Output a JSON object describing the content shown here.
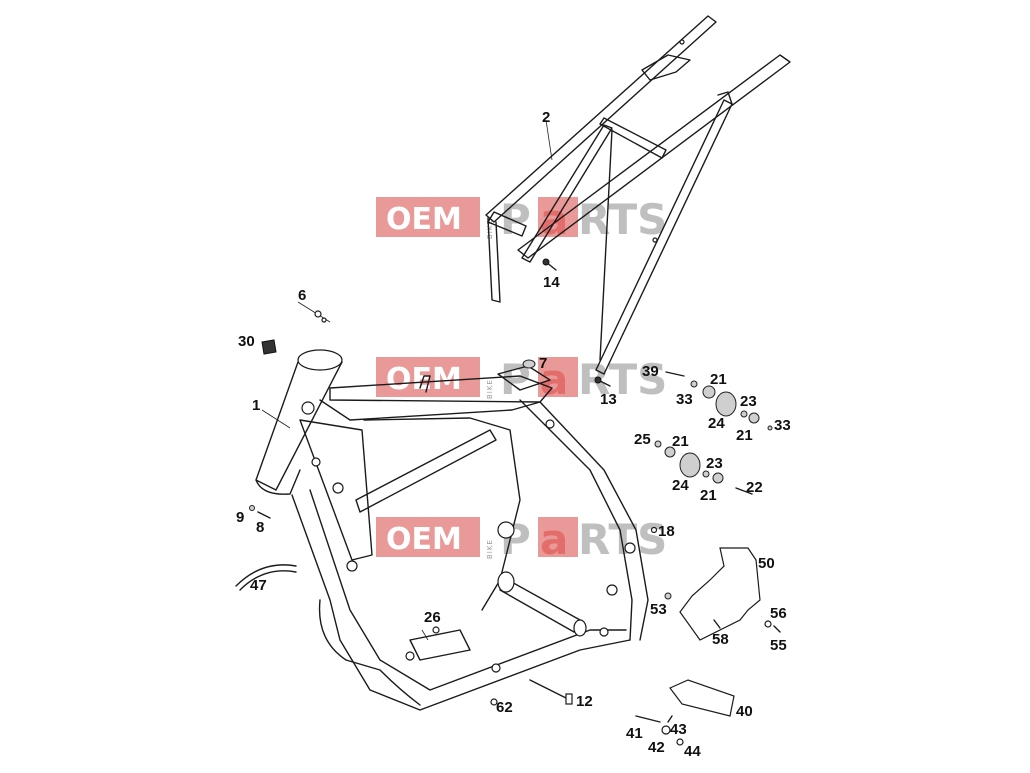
{
  "watermark": {
    "oem": "OEM",
    "bike": "BIKE",
    "parts_pre": "P",
    "parts_a": "a",
    "parts_post": "RTS"
  },
  "callouts": {
    "c1": "1",
    "c2": "2",
    "c6": "6",
    "c7": "7",
    "c8": "8",
    "c9": "9",
    "c12": "12",
    "c13": "13",
    "c14": "14",
    "c18": "18",
    "c21a": "21",
    "c21b": "21",
    "c21c": "21",
    "c21d": "21",
    "c22": "22",
    "c23a": "23",
    "c23b": "23",
    "c24a": "24",
    "c24b": "24",
    "c25": "25",
    "c26": "26",
    "c30": "30",
    "c33a": "33",
    "c33b": "33",
    "c39": "39",
    "c40": "40",
    "c41": "41",
    "c42": "42",
    "c43": "43",
    "c44": "44",
    "c47": "47",
    "c50": "50",
    "c53": "53",
    "c55": "55",
    "c56": "56",
    "c58": "58",
    "c62": "62"
  }
}
